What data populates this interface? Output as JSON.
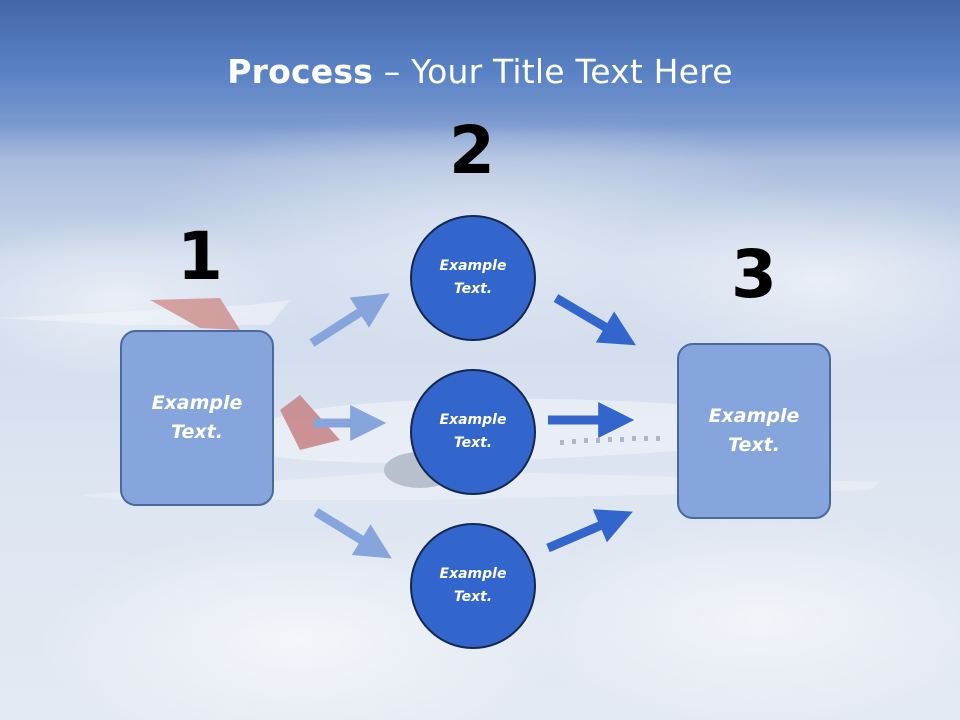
{
  "slide": {
    "title_bold": "Process",
    "title_rest": " – Your Title Text Here"
  },
  "steps": {
    "one": "1",
    "two": "2",
    "three": "3"
  },
  "boxes": {
    "left": "Example\nText.",
    "right": "Example\nText."
  },
  "circles": {
    "top": "Example\nText.",
    "middle": "Example\nText.",
    "bottom": "Example\nText."
  },
  "colors": {
    "box_fill": "#86a5dc",
    "circle_fill": "#3366cc",
    "light_arrow": "#86a5dc",
    "dark_arrow": "#3366cc"
  }
}
